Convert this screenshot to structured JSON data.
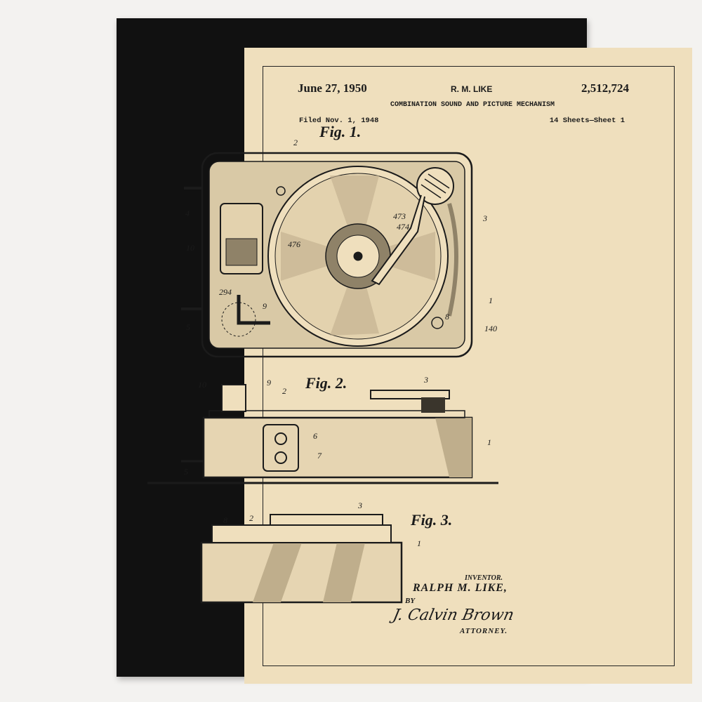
{
  "header": {
    "date": "June 27, 1950",
    "inventor_short": "R. M. LIKE",
    "patent_number": "2,512,724",
    "title": "COMBINATION SOUND AND PICTURE MECHANISM",
    "filed": "Filed Nov. 1, 1948",
    "sheets": "14 Sheets—Sheet 1"
  },
  "figures": {
    "fig1": {
      "label": "Fig. 1.",
      "refs": [
        "2",
        "3",
        "4",
        "10",
        "476",
        "473",
        "474",
        "294",
        "9",
        "5",
        "8",
        "1",
        "140"
      ]
    },
    "fig2": {
      "label": "Fig. 2.",
      "refs": [
        "10",
        "9",
        "2",
        "3",
        "6",
        "7",
        "1",
        "5"
      ]
    },
    "fig3": {
      "label": "Fig. 3.",
      "refs": [
        "8",
        "2",
        "3",
        "1"
      ]
    }
  },
  "signature": {
    "inventor_label": "INVENTOR.",
    "inventor_name": "RALPH M. LIKE,",
    "by": "BY",
    "attorney_signature": "J. Calvin Brown",
    "attorney_label": "ATTORNEY."
  },
  "colors": {
    "paper": "#efdfbd",
    "frame": "#111111",
    "ink": "#1b1b1b",
    "wall": "#f3f2f0"
  }
}
